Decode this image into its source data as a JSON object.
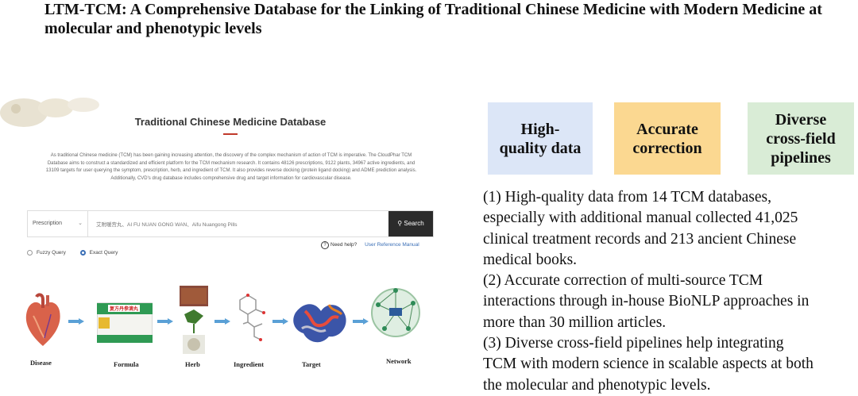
{
  "title": "LTM-TCM: A Comprehensive Database for the Linking of Traditional Chinese Medicine with Modern Medicine at molecular and phenotypic levels",
  "screenshot": {
    "heading": "Traditional Chinese Medicine Database",
    "description": "As traditional Chinese medicine (TCM) has been gaining increasing attention, the discovery of the complex mechanism of action of TCM is imperative. The CloudPhar TCM Database aims to construct a standardized and efficient platform for the TCM mechanism research. It contains 48126 prescriptions, 9122 plants, 34967 active ingredients, and 13109 targets for user querying the symptom, prescription, herb, and ingredient of TCM. It also provides reverse docking (protein ligand docking) and ADME prediction analysis. Additionally, CVD's drug database includes comprehensive drug and target information for cardiovascular disease.",
    "search": {
      "category": "Prescription",
      "placeholder": "艾附暖宫丸、AI FU NUAN GONG WAN、Aifu Nuangong Pills",
      "button": "Search"
    },
    "help": {
      "label": "Need help?",
      "link": "User Reference Manual"
    },
    "query_modes": [
      {
        "label": "Fuzzy Query",
        "selected": false
      },
      {
        "label": "Exact Query",
        "selected": true
      }
    ],
    "flow": [
      {
        "label": "Disease",
        "icon": "heart-icon"
      },
      {
        "label": "Formula",
        "icon": "medicine-box-icon"
      },
      {
        "label": "Herb",
        "icon": "herb-icon"
      },
      {
        "label": "Ingredient",
        "icon": "molecule-icon"
      },
      {
        "label": "Target",
        "icon": "protein-icon"
      },
      {
        "label": "Network",
        "icon": "network-icon"
      }
    ],
    "box_label": "复方丹参滴丸"
  },
  "badges": [
    {
      "text": "High-\nquality data",
      "color": "#dce6f7"
    },
    {
      "text": "Accurate\ncorrection",
      "color": "#fbd891"
    },
    {
      "text": "Diverse\ncross-field\npipelines",
      "color": "#d9ecd6"
    }
  ],
  "body_lines": [
    " (1) High-quality data from 14 TCM databases,",
    "especially with additional manual collected 41,025",
    "clinical treatment records and 213 ancient Chinese",
    "medical books.",
    "(2) Accurate correction of multi-source TCM",
    "interactions through in-house BioNLP approaches in",
    "more than 30 million articles.",
    "(3) Diverse cross-field pipelines help integrating",
    "TCM with modern science in scalable aspects at both",
    "the molecular and phenotypic levels."
  ]
}
